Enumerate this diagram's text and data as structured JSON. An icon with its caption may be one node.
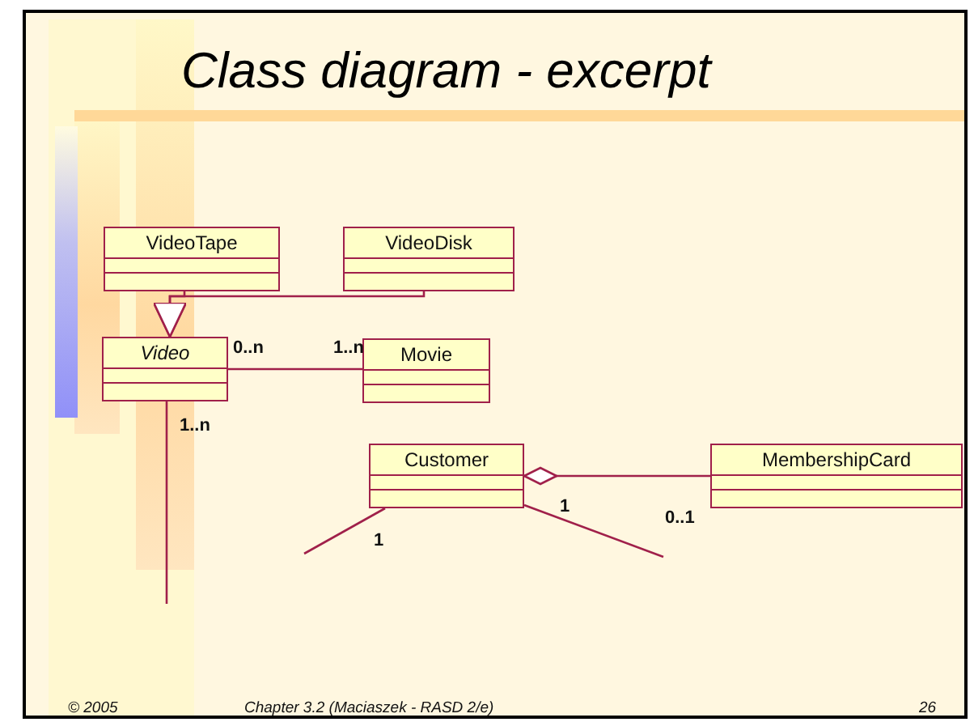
{
  "diagram": {
    "title": "Class diagram - excerpt",
    "nodes": [
      {
        "text": [
          "VideoTape"
        ]
      },
      {
        "text": [
          "VideoDisk"
        ]
      },
      {
        "text": [
          "Video"
        ]
      },
      {
        "text": [
          "Movie"
        ]
      },
      {
        "text": [
          "Customer"
        ]
      },
      {
        "text": [
          "MembershipCard"
        ]
      }
    ],
    "edges": [
      {
        "from": 0,
        "to": 2,
        "arrow": "to"
      },
      {
        "from": 1,
        "to": 2,
        "arrow": "to"
      },
      {
        "from": 2,
        "to": 3,
        "arrow": "none"
      },
      {
        "from": 2,
        "to": null,
        "arrow": "none"
      },
      {
        "from": 5,
        "to": 4,
        "arrow": "other"
      },
      {
        "from": 4,
        "to": null,
        "arrow": "none"
      },
      {
        "from": 4,
        "to": null,
        "arrow": "none"
      }
    ],
    "labels": [
      "0..n",
      "1..n",
      "1..n",
      "1",
      "0..1",
      "1",
      "© 2005",
      "Chapter 3.2 (Maciaszek - RASD 2/e)",
      "26"
    ]
  }
}
